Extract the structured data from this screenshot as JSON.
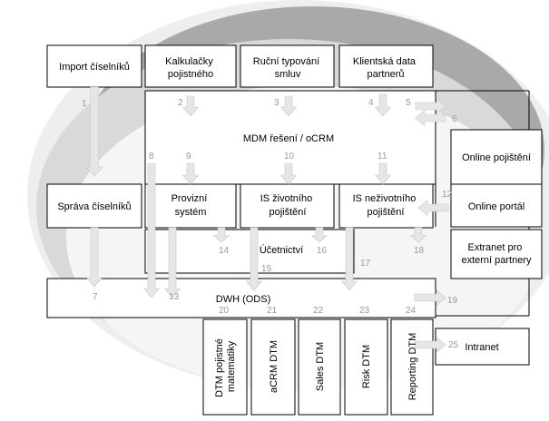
{
  "boxes": {
    "import": "Import číselníků",
    "kalk": [
      "Kalkulačky",
      "pojistného"
    ],
    "rucni": [
      "Ruční typování",
      "smluv"
    ],
    "klient": [
      "Klientská data",
      "partnerů"
    ],
    "mdm": "MDM řešení / oCRM",
    "online_poj": "Online pojištění",
    "sprava": "Správa číselníků",
    "provizni": [
      "Provizní",
      "systém"
    ],
    "is_zivot": [
      "IS životního",
      "pojištění"
    ],
    "is_nezivot": [
      "IS neživotního",
      "pojištění"
    ],
    "online_portal": "Online portál",
    "ucetnictvi": "Účetnictví",
    "extranet": [
      "Extranet pro",
      "externí partnery"
    ],
    "dwh": "DWH (ODS)",
    "intranet": "Intranet",
    "dtm_poj": [
      "DTM pojistné",
      "matematiky"
    ],
    "dtm_acrm": "aCRM DTM",
    "dtm_sales": "Sales DTM",
    "dtm_risk": "Risk DTM",
    "dtm_reporting": "Reporting DTM"
  },
  "flow_numbers": [
    "1",
    "2",
    "3",
    "4",
    "5",
    "6",
    "7",
    "8",
    "9",
    "10",
    "11",
    "12",
    "13",
    "14",
    "15",
    "16",
    "17",
    "18",
    "19",
    "20",
    "21",
    "22",
    "23",
    "24",
    "25"
  ]
}
